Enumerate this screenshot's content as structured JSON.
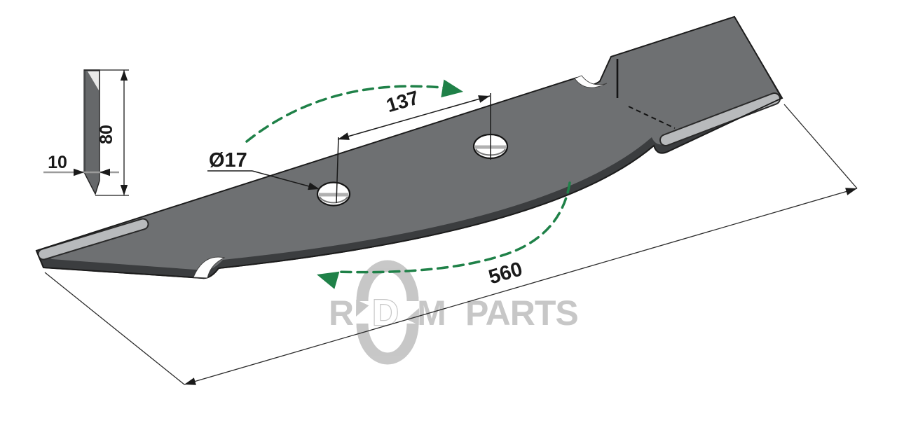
{
  "drawing": {
    "cross_section": {
      "height": "80",
      "thickness": "10"
    },
    "plan_view": {
      "hole_diameter": "Ø17",
      "hole_spacing": "137",
      "overall_length": "560"
    },
    "watermark": {
      "letter_r": "R",
      "letter_d": "D",
      "letter_m": "M",
      "word": "PARTS"
    },
    "colors": {
      "background": "#ffffff",
      "blade_surface": "#6e7072",
      "blade_edge_dark": "#3b3d3f",
      "bevel_highlight": "#b8babc",
      "dimension_ink": "#1a1a1a",
      "rotation_green": "#1f8148",
      "watermark_gray": "#9a9a9a"
    }
  }
}
